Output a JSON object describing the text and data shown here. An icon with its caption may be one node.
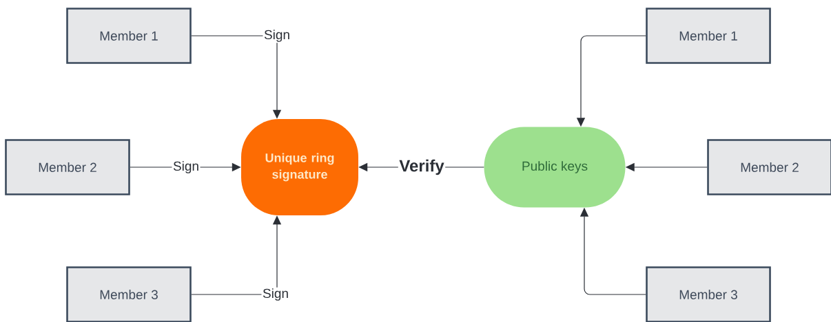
{
  "diagram": {
    "nodes": [
      {
        "text": [
          "Member 1"
        ]
      },
      {
        "text": [
          "Member 2"
        ]
      },
      {
        "text": [
          "Member 3"
        ]
      },
      {
        "text": [
          "Unique ring signature"
        ]
      },
      {
        "text": [
          "Public keys"
        ]
      },
      {
        "text": [
          "Member 1"
        ]
      },
      {
        "text": [
          "Member 2"
        ]
      },
      {
        "text": [
          "Member 3"
        ]
      }
    ],
    "edges": [
      {
        "from": 0,
        "to": 3,
        "arrow": "to",
        "label": "Sign"
      },
      {
        "from": 1,
        "to": 3,
        "arrow": "to",
        "label": "Sign"
      },
      {
        "from": 2,
        "to": 3,
        "arrow": "to",
        "label": "Sign"
      },
      {
        "from": 4,
        "to": 3,
        "arrow": "to",
        "label": "Verify"
      },
      {
        "from": 5,
        "to": 4,
        "arrow": "to"
      },
      {
        "from": 6,
        "to": 4,
        "arrow": "to"
      },
      {
        "from": 7,
        "to": 4,
        "arrow": "to"
      }
    ]
  }
}
